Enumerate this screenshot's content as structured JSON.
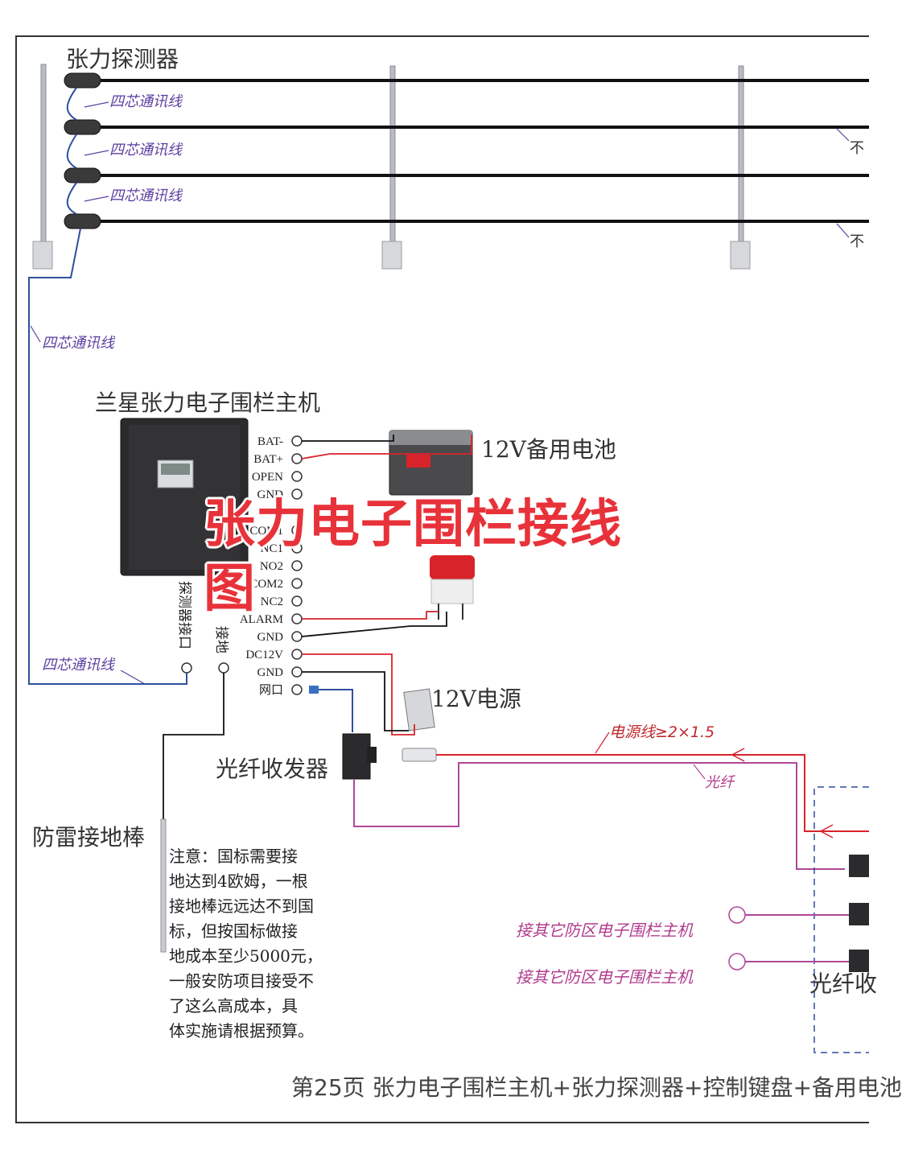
{
  "labels": {
    "tension_detector": "张力探测器",
    "four_core_wire": "四芯通讯线",
    "host_title": "兰星张力电子围栏主机",
    "backup_battery": "12V备用电池",
    "overlay_title": "张力电子围栏接线图",
    "power_supply": "12V电源",
    "fiber_transceiver": "光纤收发器",
    "lightning_rod": "防雷接地棒",
    "power_line_spec": "电源线≥2×1.5",
    "fiber": "光纤",
    "other_host_1": "接其它防区电子围栏主机",
    "other_host_2": "接其它防区电子围栏主机",
    "fiber_right_partial": "光纤收",
    "detector_port": "探测器接口",
    "ground": "接地",
    "right_partial_1": "不",
    "right_partial_2": "不"
  },
  "terminals": [
    "BAT-",
    "BAT+",
    "OPEN",
    "GND",
    "COM1",
    "NC1",
    "NO2",
    "COM2",
    "NC2",
    "ALARM",
    "GND",
    "DC12V",
    "GND",
    "网口"
  ],
  "note_lines": [
    "注意：国标需要接",
    "地达到4欧姆，一根",
    "接地棒远远达不到国",
    "标，但按国标做接",
    "地成本至少5000元，",
    "一般安防项目接受不",
    "了这么高成本，具",
    "体实施请根据预算。"
  ],
  "footer": "第25页  张力电子围栏主机+张力探测器+控制键盘+备用电池",
  "colors": {
    "blue_wire": "#2e4f9e",
    "red_wire": "#d8232a",
    "pink_fiber": "#b0479a",
    "overlay_red": "#e8323a"
  }
}
